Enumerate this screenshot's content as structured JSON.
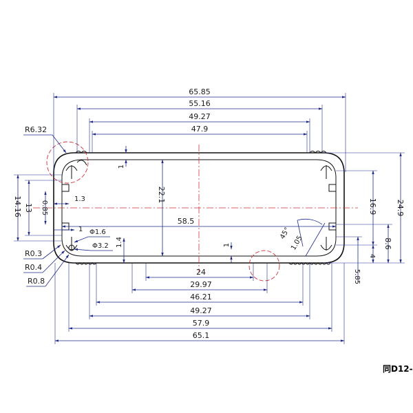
{
  "drawing": {
    "part_note": "同D12-",
    "dimensions": {
      "overall_top_width": "65.85",
      "top_width_2": "55.16",
      "top_width_3": "49.27",
      "top_width_4": "47.9",
      "bottom_width_1": "24",
      "bottom_width_2": "29.97",
      "bottom_width_3": "46.21",
      "bottom_width_4": "49.27",
      "bottom_width_5": "57.9",
      "overall_bottom_width": "65.1",
      "inner_width": "58.5",
      "overall_height": "24.9",
      "inner_height": "22.1",
      "right_height_1": "16.9",
      "right_height_2": "8.6",
      "right_height_3": "4",
      "right_height_4": "5.85",
      "left_height_1": "14.16",
      "left_height_2": "13",
      "left_height_3": "0.85",
      "slot_width": "1.3",
      "wall_top": "1",
      "wall_left": "1",
      "wall_bottom": "1",
      "bottom_gap": "1.4",
      "angle": "45°",
      "slot_offset": "1.05",
      "radius_corner": "R6.32",
      "radius_1": "R0.3",
      "radius_2": "R0.4",
      "radius_3": "R0.8",
      "hole_1": "Φ1.6",
      "hole_2": "Φ3.2"
    }
  }
}
